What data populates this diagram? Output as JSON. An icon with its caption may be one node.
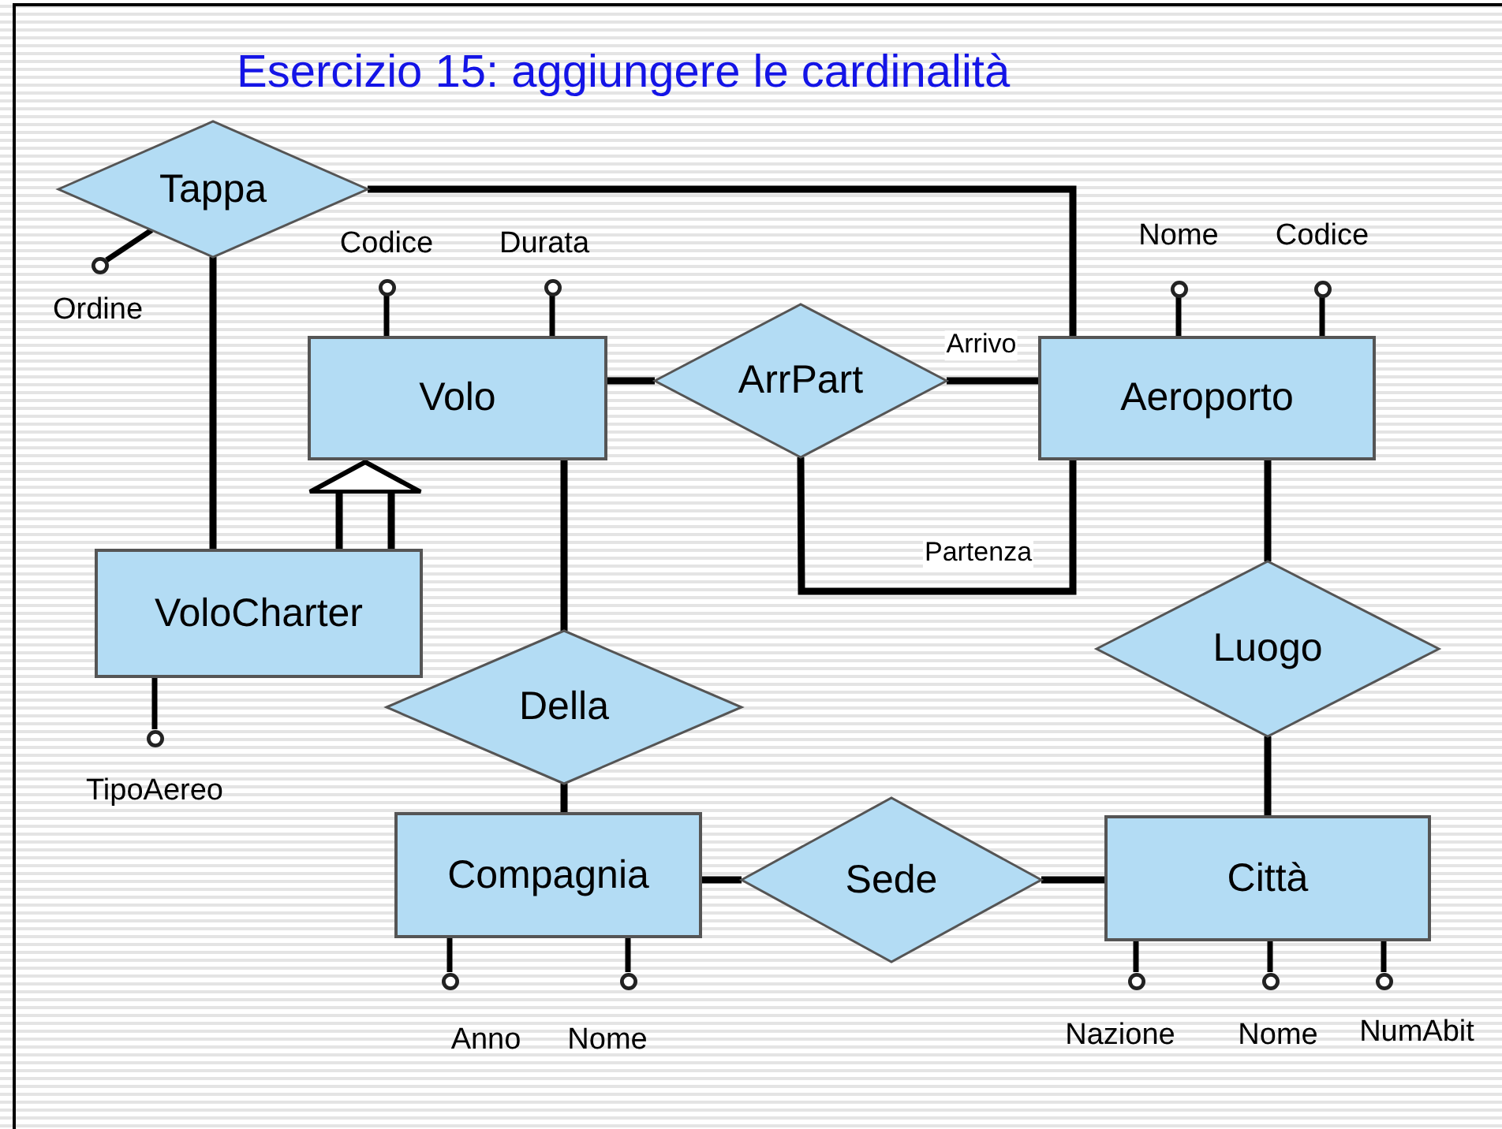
{
  "diagram": {
    "title": "Esercizio 15: aggiungere le cardinalità",
    "nodes": [
      {
        "text": [
          "Tappa"
        ]
      },
      {
        "text": [
          "Volo"
        ]
      },
      {
        "text": [
          "ArrPart"
        ]
      },
      {
        "text": [
          "Aeroporto"
        ]
      },
      {
        "text": [
          "VoloCharter"
        ]
      },
      {
        "text": [
          "Luogo"
        ]
      },
      {
        "text": [
          "Della"
        ]
      },
      {
        "text": [
          "Compagnia"
        ]
      },
      {
        "text": [
          "Sede"
        ]
      },
      {
        "text": [
          "Città"
        ]
      },
      {
        "text": [],
        "shape": "circle",
        "beside": [
          "Ordine"
        ]
      },
      {
        "text": [],
        "shape": "circle"
      },
      {
        "text": [],
        "shape": "circle",
        "beside": [
          "Durata"
        ]
      },
      {
        "text": [],
        "shape": "circle",
        "beside": [
          "Nome"
        ]
      },
      {
        "text": [],
        "shape": "circle",
        "beside": [
          "Codice"
        ]
      },
      {
        "text": [],
        "shape": "circle",
        "beside": [
          "TipoAereo"
        ]
      },
      {
        "text": [],
        "shape": "circle",
        "beside": [
          "Anno"
        ]
      },
      {
        "text": [],
        "shape": "circle",
        "beside": [
          "Nome"
        ]
      },
      {
        "text": [],
        "shape": "circle",
        "beside": [
          "Nazione"
        ]
      },
      {
        "text": [],
        "shape": "circle",
        "beside": [
          "Nome"
        ]
      },
      {
        "text": [],
        "shape": "circle",
        "beside": [
          "NumAbit"
        ]
      }
    ],
    "edges": [
      {
        "from": 0,
        "to": 3,
        "arrow": "none"
      },
      {
        "from": 0,
        "to": 4,
        "arrow": "none"
      },
      {
        "from": 1,
        "to": 2,
        "arrow": "none"
      },
      {
        "from": 2,
        "to": 3,
        "arrow": "none",
        "label": "Arrivo"
      },
      {
        "from": 2,
        "to": 3,
        "arrow": "none",
        "label": "Partenza"
      },
      {
        "from": 4,
        "to": 1,
        "arrow": "to"
      },
      {
        "from": 1,
        "to": 6,
        "arrow": "none"
      },
      {
        "from": 6,
        "to": 7,
        "arrow": "none"
      },
      {
        "from": 7,
        "to": 8,
        "arrow": "none"
      },
      {
        "from": 8,
        "to": 9,
        "arrow": "none"
      },
      {
        "from": 3,
        "to": 5,
        "arrow": "none"
      },
      {
        "from": 5,
        "to": 9,
        "arrow": "none"
      },
      {
        "from": 0,
        "to": 10,
        "arrow": "none"
      },
      {
        "from": 1,
        "to": 11,
        "arrow": "none"
      },
      {
        "from": 1,
        "to": 12,
        "arrow": "none"
      },
      {
        "from": 3,
        "to": 13,
        "arrow": "none"
      },
      {
        "from": 3,
        "to": 14,
        "arrow": "none"
      },
      {
        "from": 4,
        "to": 15,
        "arrow": "none"
      },
      {
        "from": 7,
        "to": 16,
        "arrow": "none"
      },
      {
        "from": 7,
        "to": 17,
        "arrow": "none"
      },
      {
        "from": 9,
        "to": 18,
        "arrow": "none"
      },
      {
        "from": 9,
        "to": 19,
        "arrow": "none"
      },
      {
        "from": 9,
        "to": 20,
        "arrow": "none"
      }
    ],
    "labels": [
      "Codice"
    ]
  }
}
